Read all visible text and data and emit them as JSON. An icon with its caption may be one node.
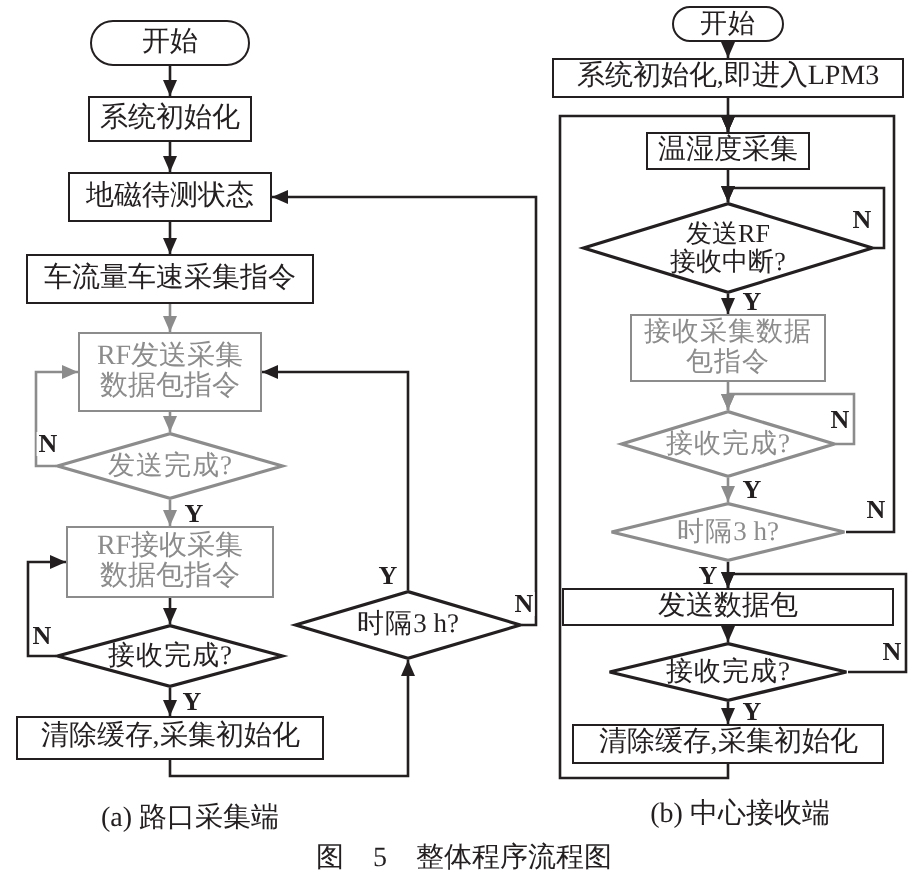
{
  "diagram": {
    "caption": "图 5 整体程序流程图",
    "nodes": [
      {
        "text": [
          "开始"
        ]
      },
      {
        "text": [
          "系统初始化"
        ]
      },
      {
        "text": [
          "地磁待测状态"
        ]
      },
      {
        "text": [
          "车流量车速采集指令"
        ]
      },
      {
        "text": [
          "RF发送采集数据包指令"
        ]
      },
      {
        "text": [
          "发送完成?"
        ]
      },
      {
        "text": [
          "RF接收采集数据包指令"
        ]
      },
      {
        "text": [
          "接收完成?"
        ]
      },
      {
        "text": [
          "清除缓存,采集初始化"
        ]
      },
      {
        "text": [
          "时隔3 h?"
        ]
      },
      {
        "text": [
          "开始"
        ]
      },
      {
        "text": [
          "系统初始化,即进入LPM3"
        ]
      },
      {
        "text": [
          "温湿度采集"
        ]
      },
      {
        "text": [
          "发送RF接收中断?"
        ]
      },
      {
        "text": [
          "接收采集数据包指令"
        ]
      },
      {
        "text": [
          "接收完成?"
        ]
      },
      {
        "text": [
          "时隔3 h?"
        ]
      },
      {
        "text": [
          "发送数据包"
        ]
      },
      {
        "text": [
          "接收完成?"
        ]
      },
      {
        "text": [
          "清除缓存,采集初始化"
        ]
      }
    ],
    "edges": [
      {
        "from": 0,
        "to": 1,
        "arrow": "to"
      },
      {
        "from": 1,
        "to": 2,
        "arrow": "to"
      },
      {
        "from": 2,
        "to": 3,
        "arrow": "to"
      },
      {
        "from": 3,
        "to": 4,
        "arrow": "to",
        "color": "#8c8c8c"
      },
      {
        "from": 4,
        "to": 5,
        "arrow": "to",
        "color": "#8c8c8c"
      },
      {
        "from": 5,
        "to": 6,
        "arrow": "to",
        "label": "Y",
        "color": "#8c8c8c"
      },
      {
        "from": 5,
        "to": 4,
        "arrow": "to",
        "label": "N",
        "color": "#8c8c8c"
      },
      {
        "from": 6,
        "to": 7,
        "arrow": "to"
      },
      {
        "from": 7,
        "to": 8,
        "arrow": "to",
        "label": "Y"
      },
      {
        "from": 7,
        "to": 6,
        "arrow": "to",
        "label": "N"
      },
      {
        "from": 8,
        "to": 9,
        "arrow": "to"
      },
      {
        "from": 9,
        "to": 4,
        "arrow": "to",
        "label": "Y"
      },
      {
        "from": 9,
        "to": 2,
        "arrow": "to",
        "label": "N"
      },
      {
        "from": 10,
        "to": 11,
        "arrow": "to"
      },
      {
        "from": 11,
        "to": 12,
        "arrow": "to"
      },
      {
        "from": 12,
        "to": 13,
        "arrow": "to"
      },
      {
        "from": 13,
        "to": 13,
        "arrow": "to",
        "label": "N"
      },
      {
        "from": 13,
        "to": 14,
        "arrow": "to",
        "label": "Y"
      },
      {
        "from": 14,
        "to": 15,
        "arrow": "to",
        "color": "#8c8c8c"
      },
      {
        "from": 15,
        "to": 15,
        "arrow": "to",
        "label": "N",
        "color": "#8c8c8c"
      },
      {
        "from": 15,
        "to": 16,
        "arrow": "to",
        "label": "Y",
        "color": "#8c8c8c"
      },
      {
        "from": 16,
        "to": 12,
        "arrow": "to",
        "label": "N"
      },
      {
        "from": 16,
        "to": 17,
        "arrow": "to",
        "label": "Y"
      },
      {
        "from": 17,
        "to": 18,
        "arrow": "to"
      },
      {
        "from": 18,
        "to": 17,
        "arrow": "to",
        "label": "N"
      },
      {
        "from": 18,
        "to": 19,
        "arrow": "to",
        "label": "Y"
      },
      {
        "from": 19,
        "to": 12,
        "arrow": "to"
      }
    ],
    "labels": [
      "(a) 路口采集端",
      "(b) 中心接收端"
    ]
  }
}
